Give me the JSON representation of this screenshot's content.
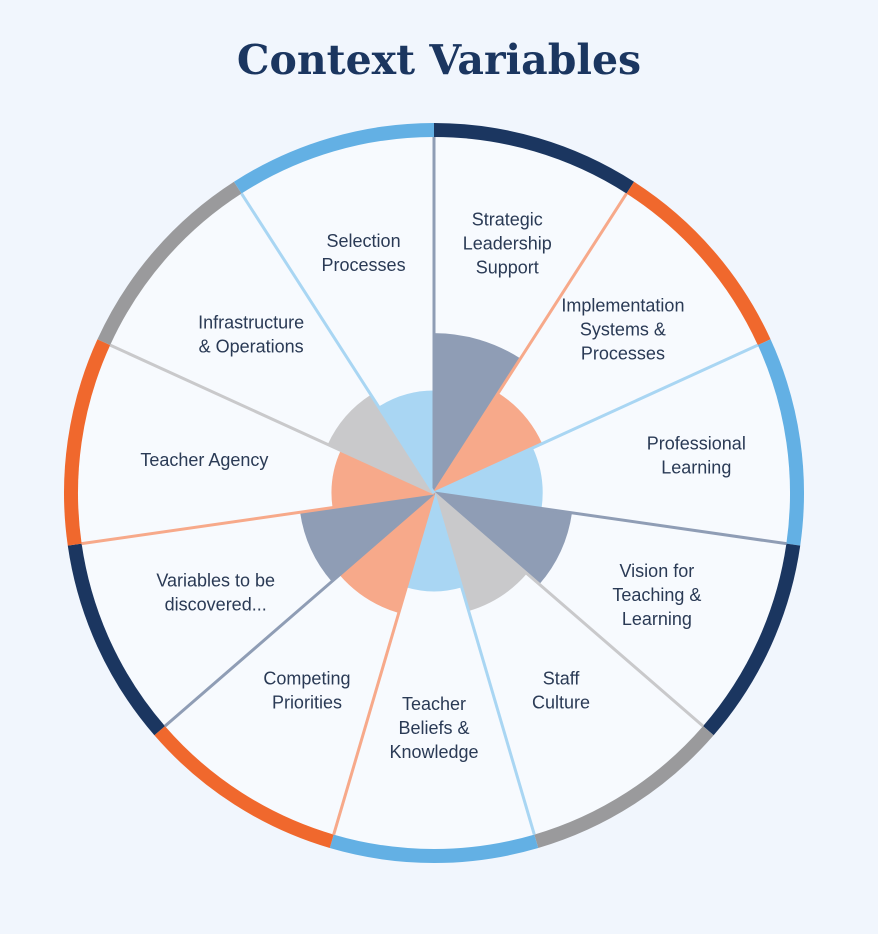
{
  "title": "Context Variables",
  "segments": [
    {
      "lines": [
        "Strategic",
        "Leadership",
        "Support"
      ],
      "rim": "#1b3660",
      "inner": "#8f9db5",
      "inner_level": 0.78
    },
    {
      "lines": [
        "Implementation",
        "Systems &",
        "Processes"
      ],
      "rim": "#f0682d",
      "inner": "#f7a98a",
      "inner_level": 0.58
    },
    {
      "lines": [
        "Professional",
        "Learning"
      ],
      "rim": "#63b0e4",
      "inner": "#a9d6f3",
      "inner_level": 0.53
    },
    {
      "lines": [
        "Vision for",
        "Teaching &",
        "Learning"
      ],
      "rim": "#1b3660",
      "inner": "#8f9db5",
      "inner_level": 0.68
    },
    {
      "lines": [
        "Staff",
        "Culture"
      ],
      "rim": "#9a9a9c",
      "inner": "#c9c9cb",
      "inner_level": 0.6
    },
    {
      "lines": [
        "Teacher",
        "Beliefs &",
        "Knowledge"
      ],
      "rim": "#63b0e4",
      "inner": "#a9d6f3",
      "inner_level": 0.48
    },
    {
      "lines": [
        "Competing",
        "Priorities"
      ],
      "rim": "#f0682d",
      "inner": "#f7a98a",
      "inner_level": 0.61
    },
    {
      "lines": [
        "Variables to be",
        "discovered..."
      ],
      "rim": "#1b3660",
      "inner": "#8f9db5",
      "inner_level": 0.66
    },
    {
      "lines": [
        "Teacher Agency"
      ],
      "rim": "#f0682d",
      "inner": "#f7a98a",
      "inner_level": 0.5
    },
    {
      "lines": [
        "Infrastructure",
        "& Operations"
      ],
      "rim": "#9a9a9c",
      "inner": "#c9c9cb",
      "inner_level": 0.57
    },
    {
      "lines": [
        "Selection",
        "Processes"
      ],
      "rim": "#63b0e4",
      "inner": "#a9d6f3",
      "inner_level": 0.5
    }
  ]
}
